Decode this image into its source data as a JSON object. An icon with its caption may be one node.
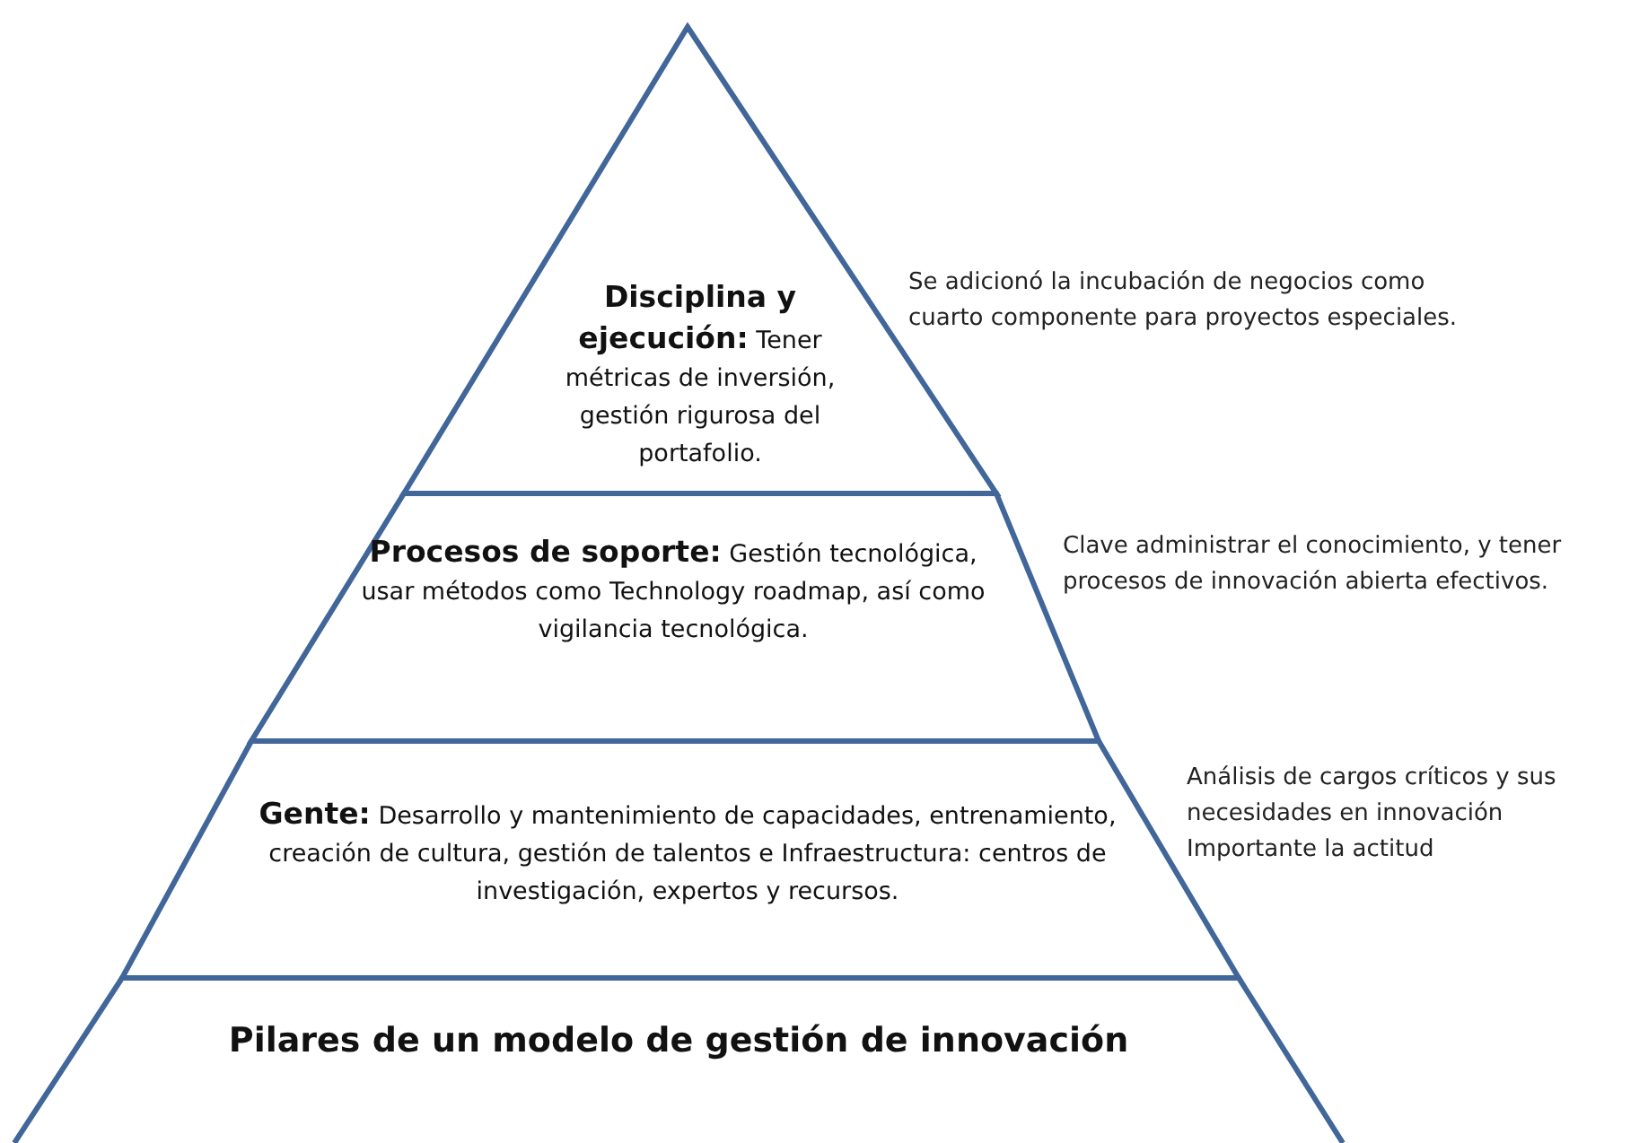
{
  "diagram": {
    "nodes": [
      {
        "text": [
          "Disciplina y ejecución:",
          "Tener métricas de inversión, gestión rigurosa del portafolio."
        ],
        "beside": [
          "Se adicionó la incubación de negocios como cuarto componente para proyectos especiales."
        ]
      },
      {
        "text": [
          "Procesos de soporte:",
          "Gestión tecnológica, usar métodos como Technology roadmap, así como vigilancia tecnológica."
        ],
        "beside": [
          "Clave administrar el conocimiento, y tener procesos de innovación abierta efectivos."
        ]
      },
      {
        "text": [
          "Gente:",
          "Desarrollo y mantenimiento de capacidades, entrenamiento, creación de cultura, gestión de talentos e Infraestructura: centros de investigación, expertos y recursos."
        ],
        "beside": [
          "Análisis de cargos críticos y sus necesidades en innovación Importante la actitud"
        ]
      },
      {
        "text": [
          "Pilares de un modelo de gestión de innovación"
        ]
      }
    ],
    "edges": []
  }
}
